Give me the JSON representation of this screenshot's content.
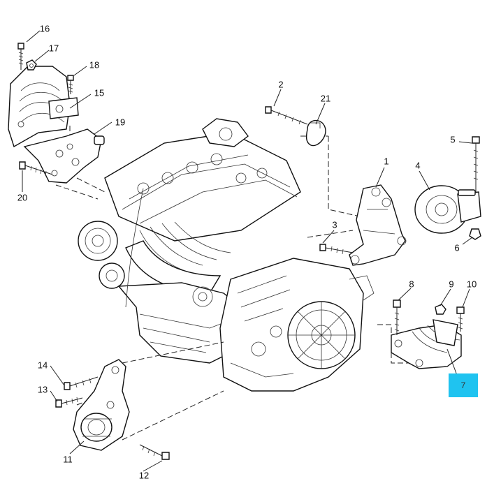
{
  "callouts": [
    {
      "id": "1",
      "label": "1"
    },
    {
      "id": "2",
      "label": "2"
    },
    {
      "id": "3",
      "label": "3"
    },
    {
      "id": "4",
      "label": "4"
    },
    {
      "id": "5",
      "label": "5"
    },
    {
      "id": "6",
      "label": "6"
    },
    {
      "id": "7",
      "label": "7"
    },
    {
      "id": "8",
      "label": "8"
    },
    {
      "id": "9",
      "label": "9"
    },
    {
      "id": "10",
      "label": "10"
    },
    {
      "id": "11",
      "label": "11"
    },
    {
      "id": "12",
      "label": "12"
    },
    {
      "id": "13",
      "label": "13"
    },
    {
      "id": "14",
      "label": "14"
    },
    {
      "id": "15",
      "label": "15"
    },
    {
      "id": "16",
      "label": "16"
    },
    {
      "id": "17",
      "label": "17"
    },
    {
      "id": "18",
      "label": "18"
    },
    {
      "id": "19",
      "label": "19"
    },
    {
      "id": "20",
      "label": "20"
    },
    {
      "id": "21",
      "label": "21"
    }
  ],
  "highlight": {
    "label": "7",
    "color": "#1fc3f0"
  }
}
